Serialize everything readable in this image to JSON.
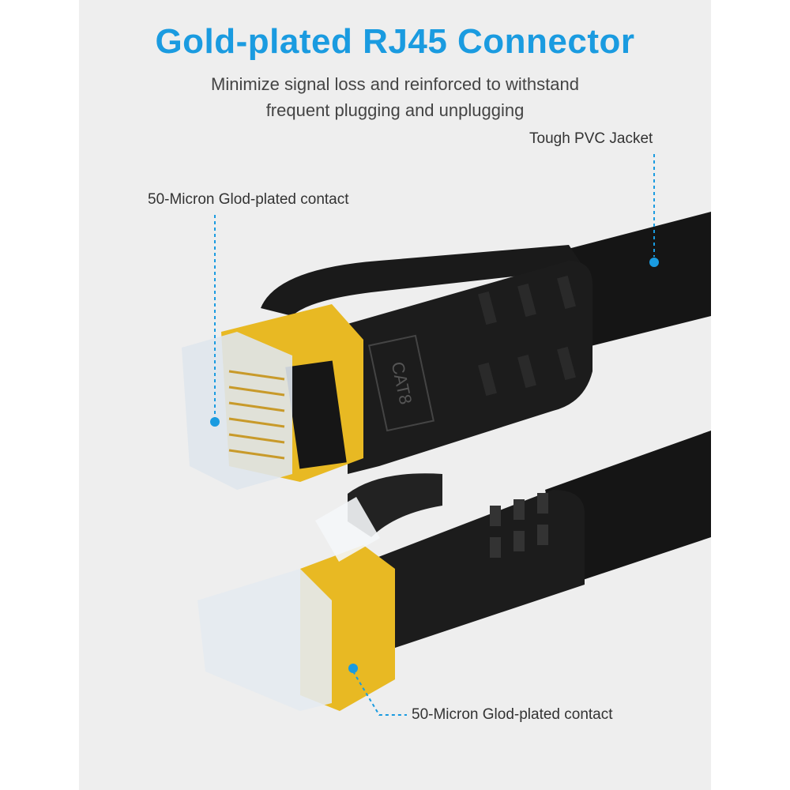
{
  "header": {
    "title": "Gold-plated RJ45 Connector",
    "subtitle_line1": "Minimize signal loss and reinforced to withstand",
    "subtitle_line2": "frequent plugging and unplugging"
  },
  "callouts": {
    "jacket": "Tough PVC Jacket",
    "contact_top": "50-Micron Glod-plated contact",
    "contact_bottom": "50-Micron Glod-plated contact"
  },
  "cable_marking": "CAT8",
  "colors": {
    "accent": "#1a9be0",
    "gold": "#e8b923",
    "cable": "#111111"
  }
}
